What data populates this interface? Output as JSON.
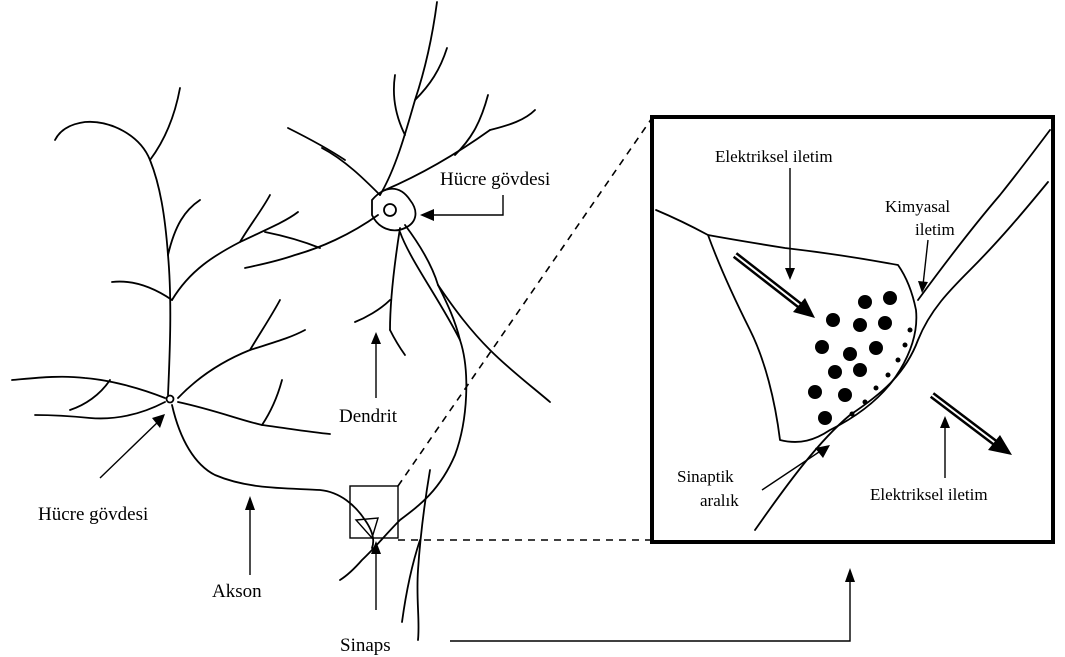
{
  "labels": {
    "cell_body_upper": "Hücre gövdesi",
    "cell_body_lower": "Hücre gövdesi",
    "dendrite": "Dendrit",
    "axon": "Akson",
    "synapse": "Sinaps",
    "electrical_in": "Elektriksel iletim",
    "chemical_line1": "Kimyasal",
    "chemical_line2": "iletim",
    "cleft_line1": "Sinaptik",
    "cleft_line2": "aralık",
    "electrical_out": "Elektriksel iletim"
  }
}
